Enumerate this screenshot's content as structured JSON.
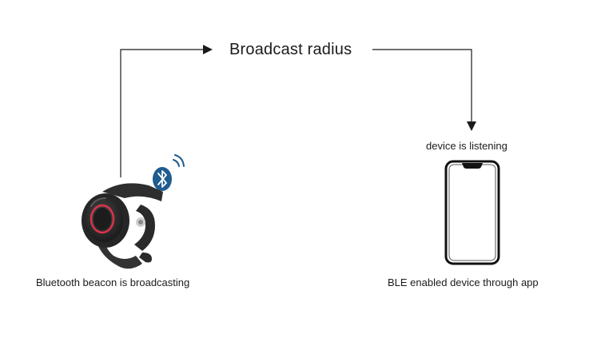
{
  "diagram": {
    "title": "Broadcast radius",
    "listener_label": "device is listening",
    "left_caption": "Bluetooth beacon is broadcasting",
    "right_caption": "BLE enabled device through app",
    "colors": {
      "line": "#1a1a1a",
      "bluetooth": "#1f5c8f",
      "bracelet_body": "#2b2b2b",
      "bracelet_accent": "#e0324a",
      "phone_frame": "#111111"
    },
    "icons": [
      "bluetooth-icon",
      "wifi-signal-icon",
      "wristband-beacon-image",
      "smartphone-image"
    ]
  }
}
